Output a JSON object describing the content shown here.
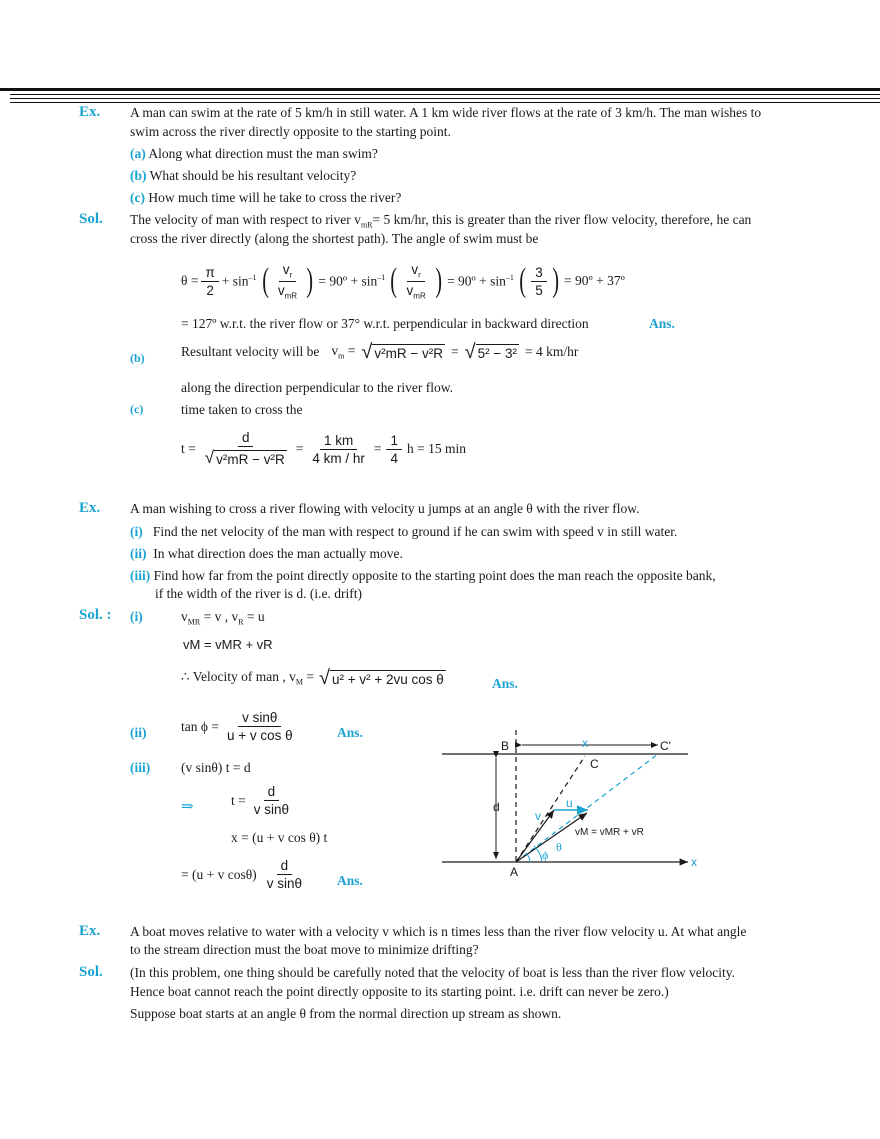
{
  "ex1": {
    "label": "Ex.",
    "line1": "A man can swim at the rate of 5 km/h in still water. A 1 km wide river flows at the rate of 3 km/h. The man wishes to",
    "line2": "swim across the river directly opposite to the starting point.",
    "qa_label": "(a)",
    "qa": "Along what direction must the man swim?",
    "qb_label": "(b)",
    "qb": "What should be his resultant velocity?",
    "qc_label": "(c)",
    "qc": "How much time will he take to cross the river?"
  },
  "sol1": {
    "label": "Sol.",
    "line1a": "The velocity of man with respect to river v",
    "line1sub": "mR",
    "line1b": "= 5 km/hr, this is greater than the river flow velocity, therefore, he can",
    "line2": "cross the river directly (along the shortest path). The angle of swim must be",
    "eq_theta": "θ =",
    "pi": "π",
    "two": "2",
    "plus_sin": "+ sin",
    "inv": "–1",
    "vr": "v",
    "vr_sub": "r",
    "vmr": "v",
    "vmr_sub": "mR",
    "eq90a": "= 90º + sin",
    "eq90b": "= 90º + sin",
    "three": "3",
    "five": "5",
    "eq_final": "= 90º + 37º",
    "result": "= 127º  w.r.t. the river flow or 37° w.r.t. perpendicular in backward direction",
    "ans": "Ans.",
    "b_label": "(b)",
    "b_text": "Resultant velocity will be",
    "vm": "v",
    "vm_sub": "m",
    "eq": "=",
    "b_rad1": "v²mR − v²R",
    "b_rad2": "5² − 3²",
    "b_val": "= 4 km/hr",
    "b_line2": "along the direction perpendicular to the river flow.",
    "c_label": "(c)",
    "c_text": "time taken to cross the",
    "t_eq": "t =",
    "d": "d",
    "c_rad": "v²mR − v²R",
    "km": "1 km",
    "kmhr": "4 km / hr",
    "one": "1",
    "four": "4",
    "c_val": "h = 15 min"
  },
  "ex2": {
    "label": "Ex.",
    "line1": "A man wishing to cross a river flowing with velocity u jumps at an angle θ with the river flow.",
    "qi_label": "(i)",
    "qi": "Find the net velocity of the man with respect to ground if he can swim with speed v in still water.",
    "qii_label": "(ii)",
    "qii": "In what direction does the man actually move.",
    "qiii_label": "(iii)",
    "qiii1": "Find how far from the point directly opposite to the starting point does the man reach the opposite bank,",
    "qiii2": "if the width of the river is d. (i.e. drift)"
  },
  "sol2": {
    "label": "Sol. :",
    "i_label": "(i)",
    "i_line1": "v",
    "i_line1_sub": "MR",
    "i_line1b": " = v , v",
    "i_line1_sub2": "R",
    "i_line1c": " = u",
    "vec_eq": "vM = vMR + vR",
    "vel_text": "∴ Velocity of man ,  v",
    "vel_sub": "M",
    "vel_eq": "=",
    "vel_rad": "u² + v² + 2vu cos θ",
    "ans": "Ans.",
    "ii_label": "(ii)",
    "tanphi": "tan ϕ =",
    "ii_num": "v sinθ",
    "ii_den": "u + v cos θ",
    "iii_label": "(iii)",
    "iii_line1": "(v sinθ) t = d",
    "implies": "⇒",
    "t_eq": "t =",
    "d": "d",
    "vsin": "v sinθ",
    "x_eq": "x = (u + v cos θ) t",
    "x_final": "= (u + v cosθ)"
  },
  "diagram": {
    "B": "B",
    "C": "C",
    "Cprime": "C'",
    "A": "A",
    "x_top": "x",
    "x_axis": "x",
    "d": "d",
    "v": "v",
    "u": "u",
    "phi": "ϕ",
    "theta": "θ",
    "vec_label": "vM = vMR + vR",
    "colors": {
      "blue": "#1aa3d1",
      "black": "#1a1a1a"
    }
  },
  "ex3": {
    "label": "Ex.",
    "line1": "A boat moves relative to water with a velocity v which is n times less than the river flow velocity u. At what angle",
    "line2": "to the stream direction must the boat move to minimize drifting?"
  },
  "sol3": {
    "label": "Sol.",
    "line1": "(In this problem, one thing should be carefully noted that the velocity of boat is less than the river flow velocity.",
    "line2": "Hence boat cannot reach the point directly opposite to its starting point. i.e. drift can never be zero.)",
    "line3": "Suppose boat starts at an angle θ from the normal direction up stream as shown."
  }
}
